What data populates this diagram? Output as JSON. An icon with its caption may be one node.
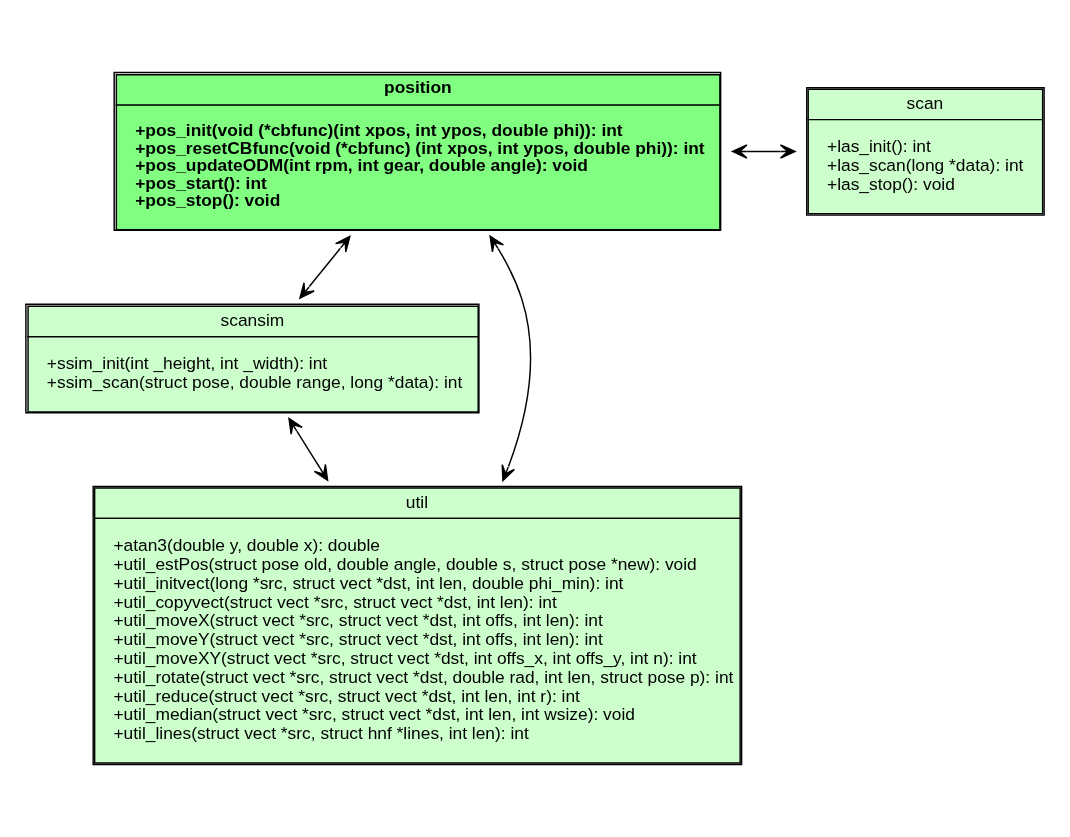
{
  "diagram": {
    "nodes": [
      {
        "text": [
          "position",
          "+pos_init(void (*cbfunc)(int xpos, int ypos, double phi)): int",
          "+pos_resetCBfunc(void (*cbfunc) (int xpos, int ypos, double phi)): int",
          "+pos_updateODM(int rpm, int gear, double angle): void",
          "+pos_start(): int",
          "+pos_stop(): void"
        ]
      },
      {
        "text": [
          "scan",
          "+las_init(): int",
          "+las_scan(long *data): int",
          "+las_stop(): void"
        ]
      },
      {
        "text": [
          "scansim",
          "+ssim_init(int _height, int _width): int",
          "+ssim_scan(struct pose, double range, long *data): int"
        ]
      },
      {
        "text": [
          "util",
          "+atan3(double y, double x): double",
          "+util_estPos(struct pose old, double angle, double s, struct pose *new): void",
          "+util_initvect(long *src, struct vect *dst, int len, double phi_min): int",
          "+util_copyvect(struct vect *src, struct vect *dst, int len): int",
          "+util_moveX(struct vect *src, struct vect *dst, int offs, int len): int",
          "+util_moveY(struct vect *src, struct vect *dst, int offs, int len): int",
          "+util_moveXY(struct vect *src, struct vect *dst, int offs_x, int offs_y, int n): int",
          "+util_rotate(struct vect *src, struct vect *dst, double rad, int len, struct pose p): int",
          "+util_reduce(struct vect *src, struct vect *dst, int len, int r): int",
          "+util_median(struct vect *src, struct vect *dst, int len, int wsize): void",
          "+util_lines(struct vect *src, struct hnf *lines, int len): int"
        ]
      }
    ],
    "edges": [
      {
        "from": 0,
        "to": 1,
        "arrow": "both"
      },
      {
        "from": 0,
        "to": 2,
        "arrow": "both"
      },
      {
        "from": 0,
        "to": 3,
        "arrow": "both"
      },
      {
        "from": 2,
        "to": 3,
        "arrow": "both"
      }
    ]
  }
}
